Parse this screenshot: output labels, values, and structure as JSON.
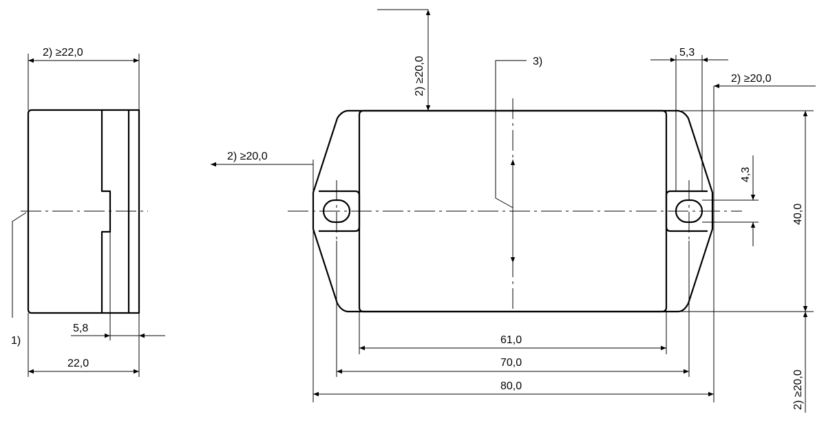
{
  "dimensions": {
    "side_min_width": "2)  ≥22,0",
    "side_depth": "5,8",
    "side_width": "22,0",
    "top_clearance": "2)  ≥20,0",
    "left_clearance": "2)  ≥20,0",
    "right_clearance": "2)  ≥20,0",
    "bottom_clearance": "2)  ≥20,0",
    "hole_offset": "5,3",
    "hole_diameter": "4,3",
    "height": "40,0",
    "inner_width": "61,0",
    "hole_spacing": "70,0",
    "overall_width": "80,0"
  },
  "notes": {
    "note1": "1)",
    "note3": "3)"
  }
}
